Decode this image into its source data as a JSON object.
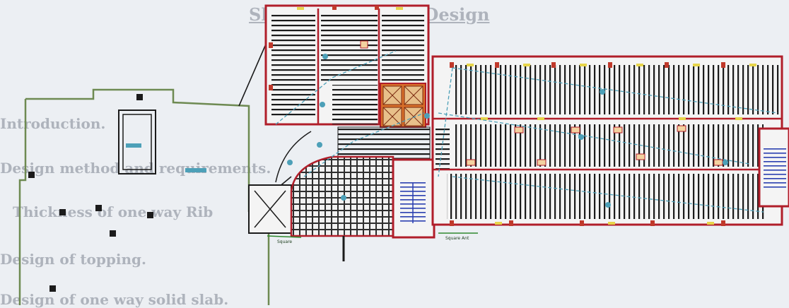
{
  "background_text": {
    "heading": "Slab Analysis And Design",
    "line_1": "Introduction.",
    "line_2": "Design method and requirements.",
    "line_3": "Thickness of one way Rib",
    "line_4": "Design of topping.",
    "line_5": "Design of one way solid slab."
  },
  "labels": {
    "callout_left": "Square",
    "callout_right": "Square Ant"
  },
  "colors": {
    "wall": "#b01e2a",
    "rib": "#1b1b1b",
    "grid": "#3a3a3a",
    "stair": "#2a3fb0",
    "dim": "#4da0b8",
    "outline": "#6e8a52",
    "column": "#c0392b"
  }
}
